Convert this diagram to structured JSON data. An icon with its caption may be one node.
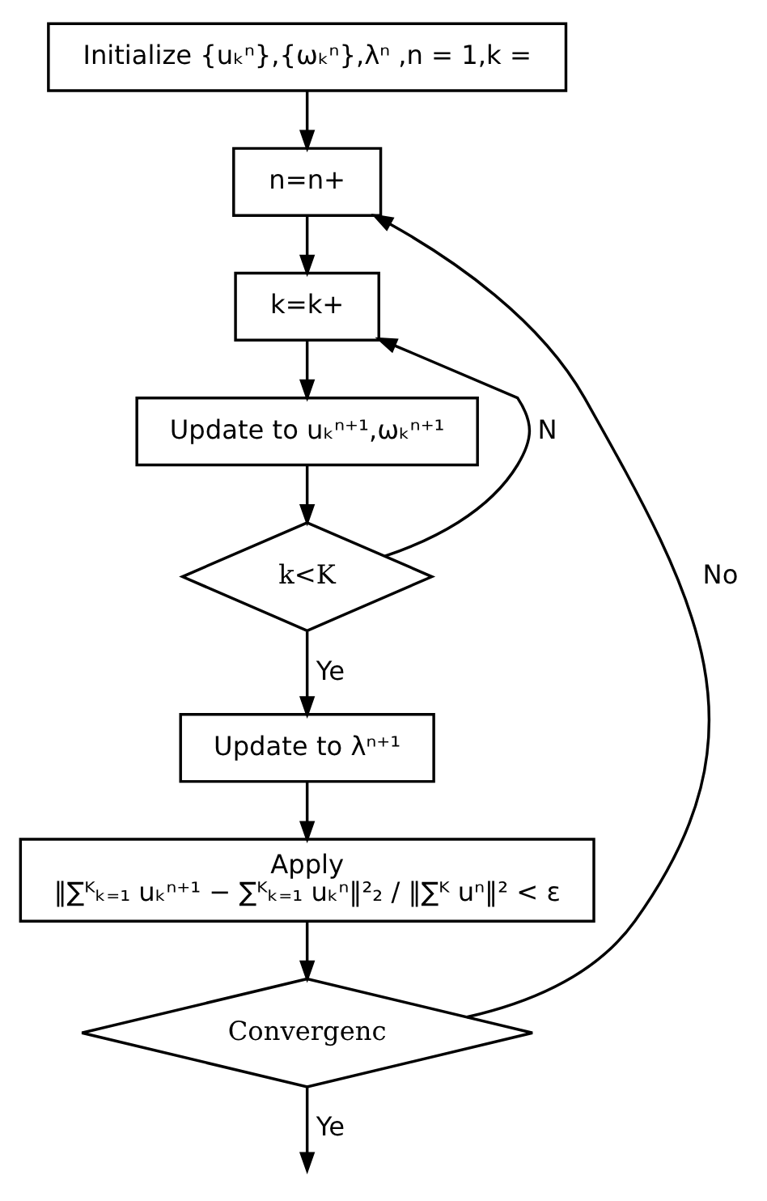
{
  "diagram": {
    "nodes": [
      {
        "text": [
          "Initialize {uₖⁿ},{ωₖⁿ},λⁿ ,n = 1,k ="
        ]
      },
      {
        "text": [
          "n=n+"
        ]
      },
      {
        "text": [
          "k=k+"
        ]
      },
      {
        "text": [
          "Update to uₖⁿ⁺¹,ωₖⁿ⁺¹"
        ]
      },
      {
        "text": [
          "k<K"
        ]
      },
      {
        "text": [
          "Update to λⁿ⁺¹"
        ]
      },
      {
        "text": [
          "Apply",
          "‖∑ᴷₖ₌₁ uₖⁿ⁺¹ − ∑ᴷₖ₌₁ uₖⁿ‖²₂ / ‖∑ᴷ uⁿ‖² < ε"
        ]
      },
      {
        "text": [
          "Convergenc"
        ]
      }
    ],
    "edges": [
      {
        "from": 0,
        "to": 1,
        "arrow": "to"
      },
      {
        "from": 1,
        "to": 2,
        "arrow": "to"
      },
      {
        "from": 2,
        "to": 3,
        "arrow": "to"
      },
      {
        "from": 3,
        "to": 4,
        "arrow": "to"
      },
      {
        "from": 4,
        "to": 2,
        "arrow": "to",
        "label": "N"
      },
      {
        "from": 4,
        "to": 5,
        "arrow": "to",
        "label": "Ye"
      },
      {
        "from": 5,
        "to": 6,
        "arrow": "to"
      },
      {
        "from": 6,
        "to": 7,
        "arrow": "to"
      },
      {
        "from": 7,
        "to": 1,
        "arrow": "to",
        "label": "No"
      },
      {
        "from": 7,
        "to": null,
        "arrow": "to",
        "label": "Ye"
      }
    ]
  }
}
